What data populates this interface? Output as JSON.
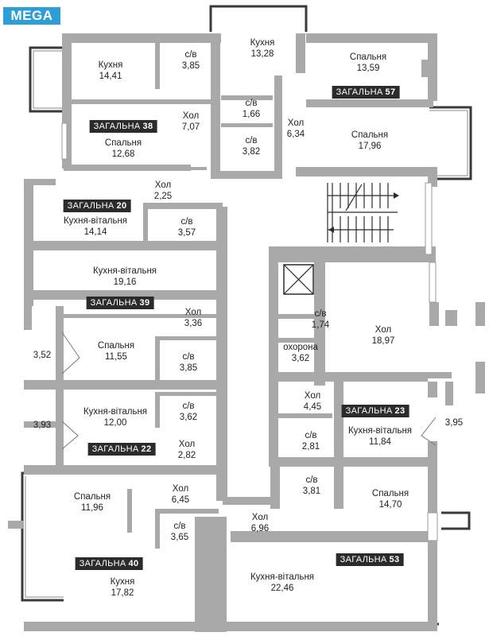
{
  "logo": "MEGA",
  "apartments": [
    {
      "key": "57",
      "word": "ЗАГАЛЬНА",
      "number": "57"
    },
    {
      "key": "38",
      "word": "ЗАГАЛЬНА",
      "number": "38"
    },
    {
      "key": "20",
      "word": "ЗАГАЛЬНА",
      "number": "20"
    },
    {
      "key": "39",
      "word": "ЗАГАЛЬНА",
      "number": "39"
    },
    {
      "key": "22",
      "word": "ЗАГАЛЬНА",
      "number": "22"
    },
    {
      "key": "23",
      "word": "ЗАГАЛЬНА",
      "number": "23"
    },
    {
      "key": "40",
      "word": "ЗАГАЛЬНА",
      "number": "40"
    },
    {
      "key": "53",
      "word": "ЗАГАЛЬНА",
      "number": "53"
    }
  ],
  "rooms": [
    {
      "key": "kitchen-top-left",
      "name": "Кухня",
      "area": "14,41"
    },
    {
      "key": "bath-top-left",
      "name": "с/в",
      "area": "3,85"
    },
    {
      "key": "kitchen-top-center",
      "name": "Кухня",
      "area": "13,28"
    },
    {
      "key": "bedroom-57a",
      "name": "Спальня",
      "area": "13,59"
    },
    {
      "key": "hall-38",
      "name": "Хол",
      "area": "7,07"
    },
    {
      "key": "bath-166",
      "name": "с/в",
      "area": "1,66"
    },
    {
      "key": "hall-634",
      "name": "Хол",
      "area": "6,34"
    },
    {
      "key": "bedroom-38",
      "name": "Спальня",
      "area": "12,68"
    },
    {
      "key": "bath-382",
      "name": "с/в",
      "area": "3,82"
    },
    {
      "key": "bedroom-57b",
      "name": "Спальня",
      "area": "17,96"
    },
    {
      "key": "hall-225",
      "name": "Хол",
      "area": "2,25"
    },
    {
      "key": "kitchen-living-20",
      "name": "Кухня-вітальня",
      "area": "14,14"
    },
    {
      "key": "bath-357",
      "name": "с/в",
      "area": "3,57"
    },
    {
      "key": "kitchen-living-39",
      "name": "Кухня-вітальня",
      "area": "19,16"
    },
    {
      "key": "hall-336",
      "name": "Хол",
      "area": "3,36"
    },
    {
      "key": "bath-174",
      "name": "с/в",
      "area": "1,74"
    },
    {
      "key": "hall-1897",
      "name": "Хол",
      "area": "18,97"
    },
    {
      "key": "bedroom-39",
      "name": "Спальня",
      "area": "11,55"
    },
    {
      "key": "bath-385",
      "name": "с/в",
      "area": "3,85"
    },
    {
      "key": "security",
      "name": "охорона",
      "area": "3,62"
    },
    {
      "key": "hall-445",
      "name": "Хол",
      "area": "4,45"
    },
    {
      "key": "kitchen-living-22",
      "name": "Кухня-вітальня",
      "area": "12,00"
    },
    {
      "key": "bath-362",
      "name": "с/в",
      "area": "3,62"
    },
    {
      "key": "hall-282",
      "name": "Хол",
      "area": "2,82"
    },
    {
      "key": "bath-281",
      "name": "с/в",
      "area": "2,81"
    },
    {
      "key": "kitchen-living-23",
      "name": "Кухня-вітальня",
      "area": "11,84"
    },
    {
      "key": "bedroom-40",
      "name": "Спальня",
      "area": "11,96"
    },
    {
      "key": "hall-645",
      "name": "Хол",
      "area": "6,45"
    },
    {
      "key": "bath-381",
      "name": "с/в",
      "area": "3,81"
    },
    {
      "key": "bedroom-53",
      "name": "Спальня",
      "area": "14,70"
    },
    {
      "key": "bath-365",
      "name": "с/в",
      "area": "3,65"
    },
    {
      "key": "hall-696",
      "name": "Хол",
      "area": "6,96"
    },
    {
      "key": "kitchen-40",
      "name": "Кухня",
      "area": "17,82"
    },
    {
      "key": "kitchen-living-53",
      "name": "Кухня-вітальня",
      "area": "22,46"
    }
  ],
  "balcony_areas": [
    "3,52",
    "3,93",
    "3,95"
  ]
}
